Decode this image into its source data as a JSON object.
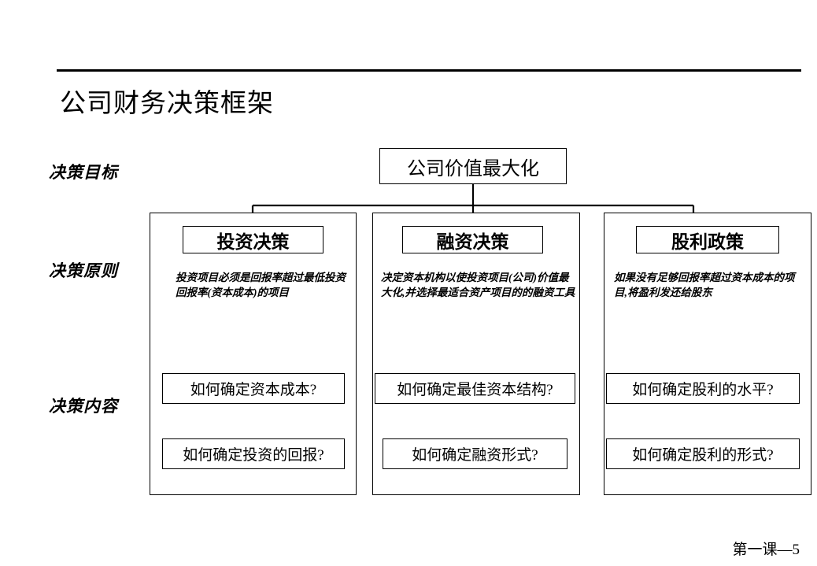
{
  "slide": {
    "title": "公司财务决策框架",
    "footer": "第一课—5",
    "accent_color": "#000000",
    "background_color": "#ffffff"
  },
  "row_labels": [
    {
      "label": "决策目标"
    },
    {
      "label": "决策原则"
    },
    {
      "label": "决策内容"
    }
  ],
  "goal": {
    "label": "公司价值最大化"
  },
  "columns": [
    {
      "header": "投资决策",
      "description": "投资项目必须是回报率超过最低投资回报率(资本成本)的项目",
      "questions": [
        "如何确定资本成本?",
        "如何确定投资的回报?"
      ]
    },
    {
      "header": "融资决策",
      "description": "决定资本机构以使投资项目(公司)价值最大化,并选择最适合资产项目的的融资工具",
      "questions": [
        "如何确定最佳资本结构?",
        "如何确定融资形式?"
      ]
    },
    {
      "header": "股利政策",
      "description": "如果没有足够回报率超过资本成本的项目,将盈利发还给股东",
      "questions": [
        "如何确定股利的水平?",
        "如何确定股利的形式?"
      ]
    }
  ]
}
